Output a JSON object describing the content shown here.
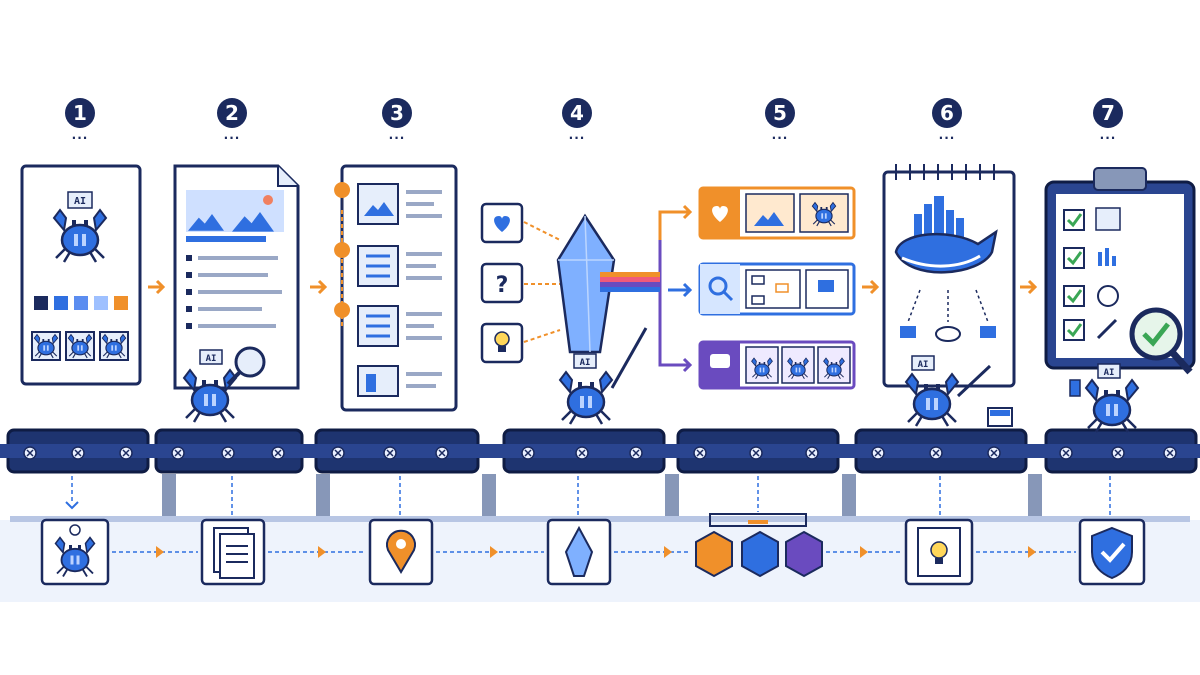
{
  "steps": [
    {
      "number": "1",
      "dots": "..."
    },
    {
      "number": "2",
      "dots": "..."
    },
    {
      "number": "3",
      "dots": "..."
    },
    {
      "number": "4",
      "dots": "..."
    },
    {
      "number": "5",
      "dots": "..."
    },
    {
      "number": "6",
      "dots": "..."
    },
    {
      "number": "7",
      "dots": "..."
    }
  ],
  "ai_badge": "AI",
  "question_mark": "?",
  "colors": {
    "navy": "#1b2a5e",
    "blue": "#2f6fe0",
    "light_blue": "#e6eefb",
    "orange": "#f0902a",
    "purple": "#6a4bbf",
    "green": "#3aa655",
    "belt": "#1e3470"
  },
  "icons": [
    "crab-robot-icon",
    "document-icon",
    "location-pin-icon",
    "crystal-prism-icon",
    "cube-icon",
    "whale-icon",
    "shield-check-icon",
    "magnifier-icon",
    "heart-icon",
    "lightbulb-icon",
    "chat-icon",
    "clipboard-icon",
    "notebook-icon",
    "paintbrush-icon"
  ]
}
